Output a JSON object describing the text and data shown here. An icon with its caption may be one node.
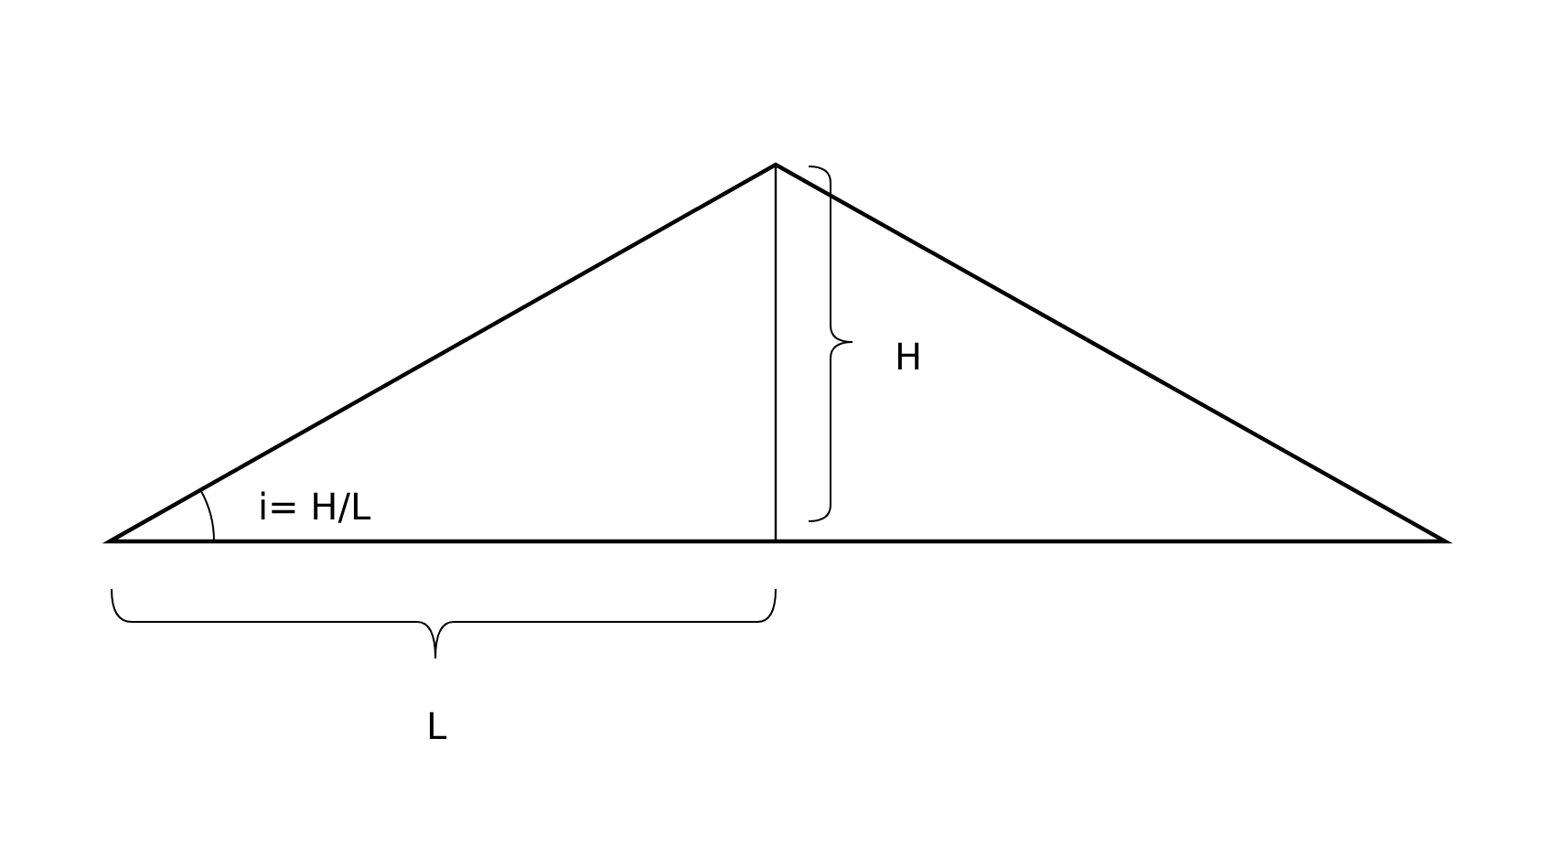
{
  "diagram": {
    "labels": [
      "H",
      "i= H/L",
      "L"
    ]
  }
}
